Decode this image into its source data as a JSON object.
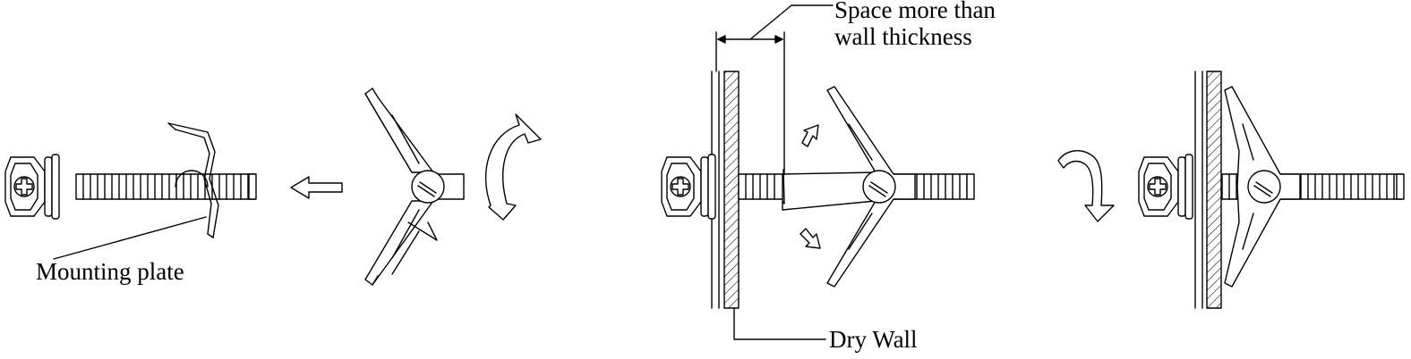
{
  "labels": {
    "space_line1": "Space more than",
    "space_line2": "wall thickness",
    "mounting_plate": "Mounting plate",
    "dry_wall": "Dry Wall"
  },
  "colors": {
    "line": "#000000",
    "background": "#ffffff"
  }
}
